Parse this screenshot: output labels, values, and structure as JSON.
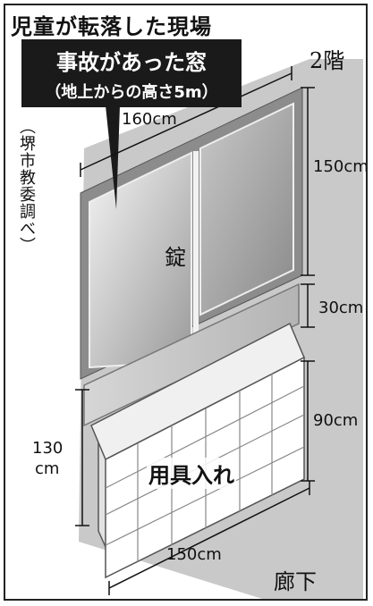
{
  "title": "児童が転落した現場",
  "callout": {
    "title": "事故があった窓",
    "subtitle": "（地上からの高さ5m）"
  },
  "floor_label": "2階",
  "source_note": "（堺市教委調べ）",
  "dimensions": {
    "window_width": "160cm",
    "window_height": "150cm",
    "gap": "30cm",
    "box_height": "90cm",
    "total_height_number": "130",
    "total_height_unit": "cm",
    "box_width": "150cm"
  },
  "labels": {
    "lock": "錠",
    "box": "用具入れ",
    "corridor": "廊下"
  }
}
